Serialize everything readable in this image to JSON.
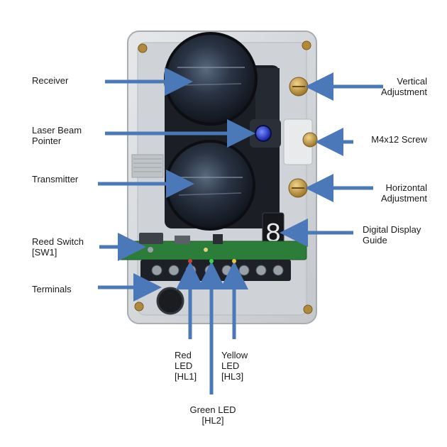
{
  "labels": {
    "receiver": "Receiver",
    "laser_line1": "Laser Beam",
    "laser_line2": "Pointer",
    "transmitter": "Transmitter",
    "reed_line1": "Reed Switch",
    "reed_line2": "[SW1]",
    "terminals": "Terminals",
    "vertical_line1": "Vertical",
    "vertical_line2": "Adjustment",
    "screw": "M4x12 Screw",
    "horizontal_line1": "Horizontal",
    "horizontal_line2": "Adjustment",
    "display_line1": "Digital Display",
    "display_line2": "Guide",
    "red_line1": "Red",
    "red_line2": "LED",
    "red_line3": "[HL1]",
    "yellow_line1": "Yellow",
    "yellow_line2": "LED",
    "yellow_line3": "[HL3]",
    "green_line1": "Green LED",
    "green_line2": "[HL2]"
  },
  "display_digit": "8",
  "colors": {
    "arrow": "#4a78b8",
    "housing": "#d9dcdf",
    "lens": "#1e2633",
    "pcb": "#2d7d3a",
    "brass": "#c8a04a"
  }
}
